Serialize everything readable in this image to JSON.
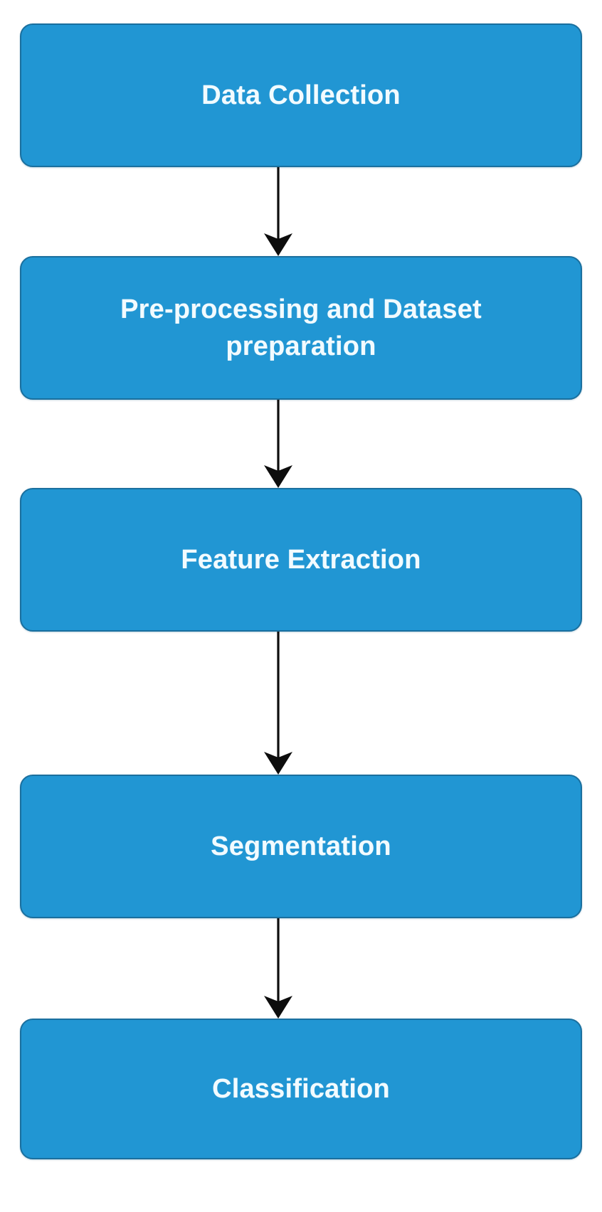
{
  "diagram": {
    "title": "Methodology pipeline flowchart",
    "type": "vertical-flowchart",
    "orientation": "top-to-bottom",
    "background_color": "#ffffff",
    "node_fill_color": "#2196D3",
    "node_border_color": "#1a6f9e",
    "node_text_color": "#f2fbff",
    "connector_color": "#0d0d0d",
    "nodes": [
      {
        "id": "data-collection",
        "label": "Data Collection",
        "order": 1,
        "shape": "rounded-rectangle"
      },
      {
        "id": "pre-processing-and-dataset-preparation",
        "label": "Pre-processing and Dataset\npreparation",
        "order": 2,
        "shape": "rounded-rectangle"
      },
      {
        "id": "feature-extraction",
        "label": "Feature Extraction",
        "order": 3,
        "shape": "rounded-rectangle"
      },
      {
        "id": "segmentation",
        "label": "Segmentation",
        "order": 4,
        "shape": "rounded-rectangle"
      },
      {
        "id": "classification",
        "label": "Classification",
        "order": 5,
        "shape": "rounded-rectangle"
      }
    ],
    "connectors": [
      {
        "id": "arrow-1",
        "from": "data-collection",
        "to": "pre-processing-and-dataset-preparation",
        "style": "solid-arrow-down"
      },
      {
        "id": "arrow-2",
        "from": "pre-processing-and-dataset-preparation",
        "to": "feature-extraction",
        "style": "solid-arrow-down"
      },
      {
        "id": "arrow-3",
        "from": "feature-extraction",
        "to": "segmentation",
        "style": "solid-arrow-down"
      },
      {
        "id": "arrow-4",
        "from": "segmentation",
        "to": "classification",
        "style": "solid-arrow-down"
      }
    ]
  }
}
